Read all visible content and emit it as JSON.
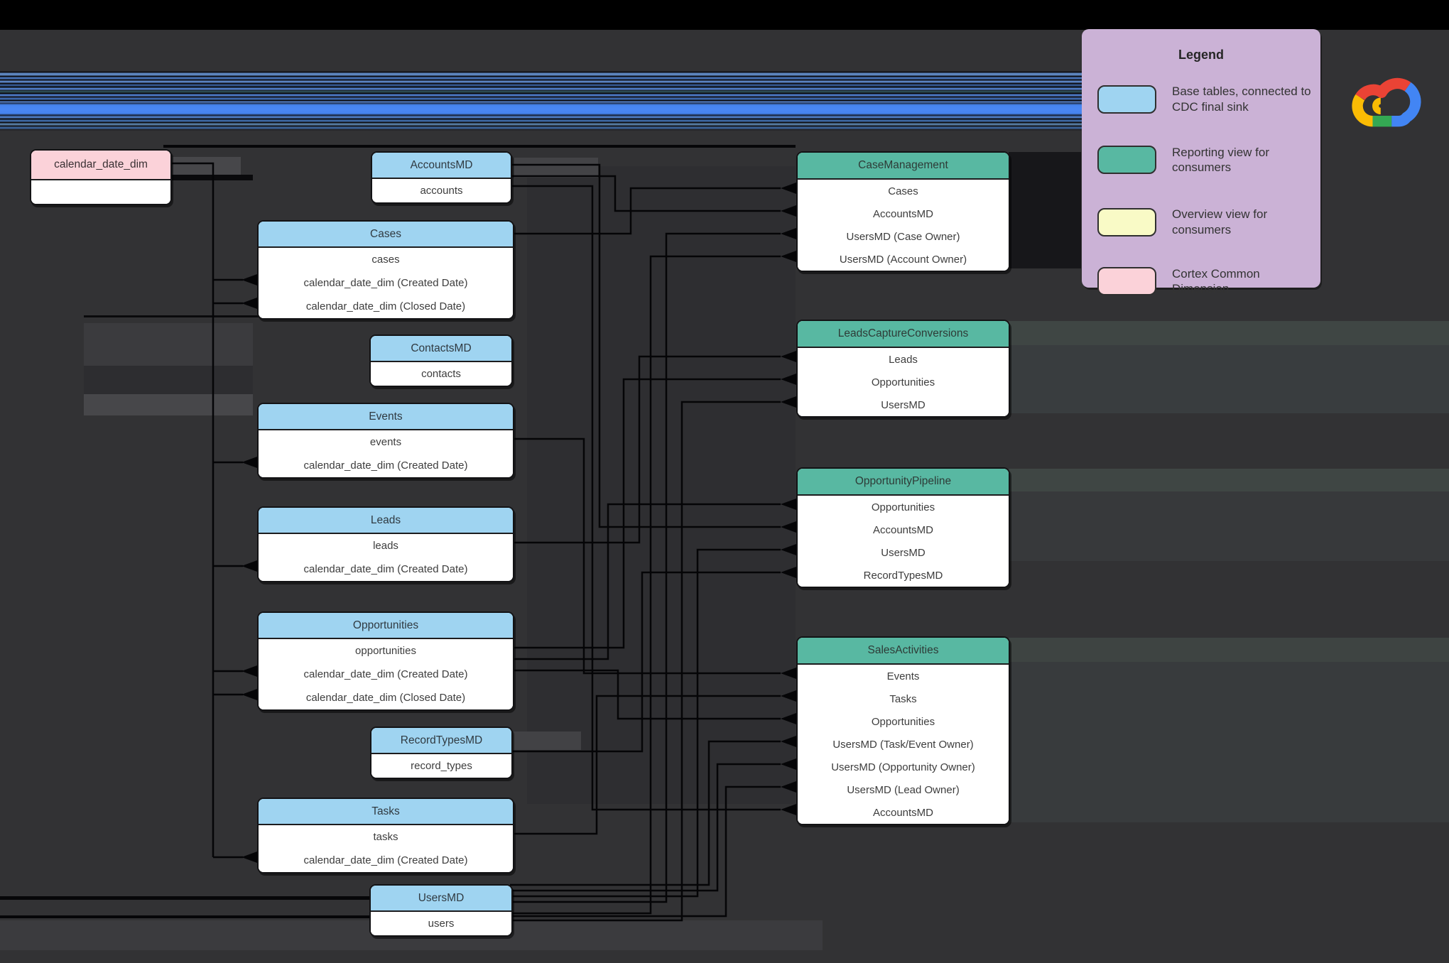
{
  "legend": {
    "title": "Legend",
    "items": [
      {
        "name": "base-tables",
        "color": "#9fd4f1",
        "label": "Base tables, connected to CDC final sink"
      },
      {
        "name": "reporting-view",
        "color": "#58b8a2",
        "label": "Reporting view for consumers"
      },
      {
        "name": "overview-view",
        "color": "#f9fac6",
        "label": "Overview view for consumers"
      },
      {
        "name": "cortex-dimension",
        "color": "#fbd2d9",
        "label": "Cortex Common Dimension"
      }
    ]
  },
  "logo": {
    "name": "google-cloud-logo"
  },
  "diagram": {
    "dimension_table": {
      "id": "calendar_date_dim",
      "title": "calendar_date_dim",
      "rows": [
        ""
      ]
    },
    "base_tables": [
      {
        "id": "accountsmd",
        "title": "AccountsMD",
        "rows": [
          "accounts"
        ]
      },
      {
        "id": "cases",
        "title": "Cases",
        "rows": [
          "cases",
          "calendar_date_dim (Created Date)",
          "calendar_date_dim (Closed Date)"
        ]
      },
      {
        "id": "contactsmd",
        "title": "ContactsMD",
        "rows": [
          "contacts"
        ]
      },
      {
        "id": "events",
        "title": "Events",
        "rows": [
          "events",
          "calendar_date_dim (Created Date)"
        ]
      },
      {
        "id": "leads",
        "title": "Leads",
        "rows": [
          "leads",
          "calendar_date_dim (Created Date)"
        ]
      },
      {
        "id": "opportunities",
        "title": "Opportunities",
        "rows": [
          "opportunities",
          "calendar_date_dim (Created Date)",
          "calendar_date_dim (Closed Date)"
        ]
      },
      {
        "id": "recordtypesmd",
        "title": "RecordTypesMD",
        "rows": [
          "record_types"
        ]
      },
      {
        "id": "tasks",
        "title": "Tasks",
        "rows": [
          "tasks",
          "calendar_date_dim (Created Date)"
        ]
      },
      {
        "id": "usersmd",
        "title": "UsersMD",
        "rows": [
          "users"
        ]
      }
    ],
    "view_tables": [
      {
        "id": "casemanagement",
        "title": "CaseManagement",
        "rows": [
          "Cases",
          "AccountsMD",
          "UsersMD (Case Owner)",
          "UsersMD (Account Owner)"
        ]
      },
      {
        "id": "leadscaptureconversions",
        "title": "LeadsCaptureConversions",
        "rows": [
          "Leads",
          "Opportunities",
          "UsersMD"
        ]
      },
      {
        "id": "opportunitypipeline",
        "title": "OpportunityPipeline",
        "rows": [
          "Opportunities",
          "AccountsMD",
          "UsersMD",
          "RecordTypesMD"
        ]
      },
      {
        "id": "salesactivities",
        "title": "SalesActivities",
        "rows": [
          "Events",
          "Tasks",
          "Opportunities",
          "UsersMD (Task/Event Owner)",
          "UsersMD (Opportunity Owner)",
          "UsersMD (Lead Owner)",
          "AccountsMD"
        ]
      }
    ]
  },
  "colors": {
    "canvas": "#323234",
    "base_table": "#9fd4f1",
    "view_table": "#58b8a2",
    "dimension_table": "#fbd2d9",
    "overview_view": "#f9fac6",
    "legend_bg": "#cbb2d6",
    "stripe_accent": "#4583ee"
  }
}
